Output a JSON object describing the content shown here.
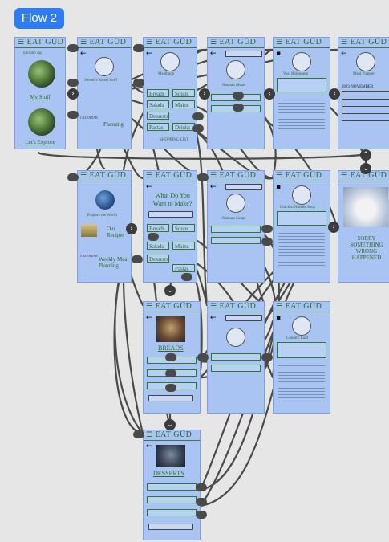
{
  "flow": {
    "label": "Flow 2"
  },
  "app": {
    "title": "EAT GÜD",
    "tagline": "ɯɐɹ ɹno ɹoɟ"
  },
  "home": {
    "my_stuff": "My Stuff",
    "lets_explore": "Let's Explore"
  },
  "screens": {
    "saved_stuff": {
      "subtitle": "Steven's Saved Stuff",
      "planning": "Planning",
      "calendar_label": "CALENDAR"
    },
    "categories": {
      "title": "Mealbook",
      "cells": [
        "Breads",
        "Soups",
        "Salads",
        "Mains",
        "Desserts",
        "Pastas",
        "Drinks"
      ],
      "shopping": "SHOPPING LIST"
    },
    "nanas_meats": {
      "title": "Nanna's Meats"
    },
    "stew": {
      "title": "Veal Bolognese"
    },
    "meal_planner": {
      "title": "Meal Planner",
      "month": "2023 NOVEMBER"
    },
    "explore": {
      "search_label": "Explore the World",
      "our_recipes": "Our Recipes",
      "weekly": "Weekly Meal Planning",
      "calendar_label": "CALENDAR"
    },
    "what_make": {
      "question": "What Do You Want to Make?",
      "cells": [
        "Breads",
        "Soups",
        "Salads",
        "Mains",
        "Desserts",
        "Pastas"
      ]
    },
    "nanas_soups": {
      "title": "Nanna's Soups"
    },
    "chicken_soup": {
      "title": "Chicken Noodle Soup"
    },
    "error": {
      "message": "SORRY SOMETHING WRONG HAPPENED"
    },
    "breads": {
      "title": "BREADS"
    },
    "loaf": {
      "title": "Country Loaf"
    },
    "desserts": {
      "title": "DESSERTS"
    }
  }
}
